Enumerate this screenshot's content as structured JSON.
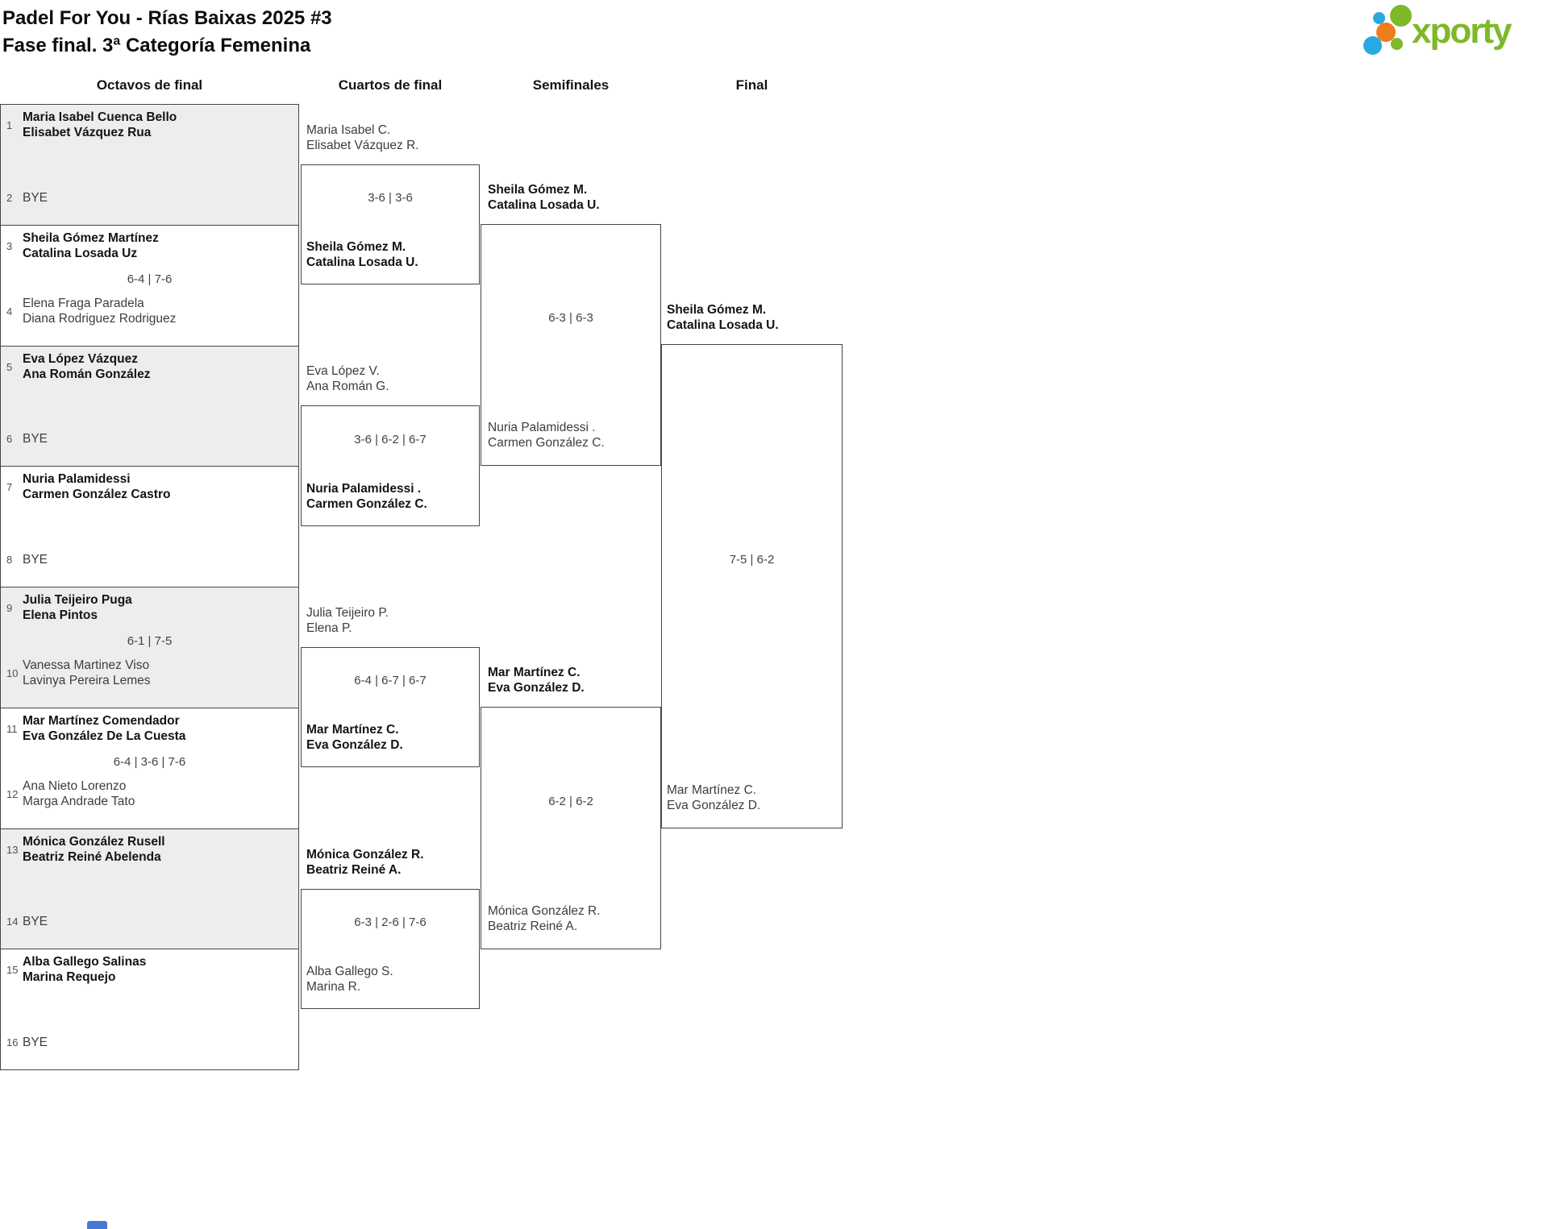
{
  "header": {
    "title_line1": "Padel For You - Rías Baixas 2025 #3",
    "title_line2": "Fase final. 3ª Categoría Femenina"
  },
  "logo": {
    "text": "xporty",
    "green": "#7db928",
    "blue": "#29a9e1",
    "orange": "#ee7d1e"
  },
  "columns": {
    "r16": "Octavos de final",
    "qf": "Cuartos de final",
    "sf": "Semifinales",
    "final": "Final"
  },
  "colors": {
    "bracket_border": "#454545",
    "shaded_match_fill": "#ededed",
    "winner_text": "#141414",
    "normal_text": "#3d3d3d"
  },
  "bracket": {
    "r16": [
      {
        "seed1": "1",
        "team1": {
          "line1": "Maria Isabel Cuenca Bello",
          "line2": "Elisabet Vázquez Rua"
        },
        "seed2": "2",
        "team2": {
          "line1": "BYE"
        },
        "score": "",
        "winner": 1
      },
      {
        "seed1": "3",
        "team1": {
          "line1": "Sheila Gómez Martínez",
          "line2": "Catalina Losada Uz"
        },
        "seed2": "4",
        "team2": {
          "line1": "Elena Fraga Paradela",
          "line2": "Diana Rodriguez Rodriguez"
        },
        "score": "6-4 | 7-6",
        "winner": 1
      },
      {
        "seed1": "5",
        "team1": {
          "line1": "Eva López Vázquez",
          "line2": "Ana Román González"
        },
        "seed2": "6",
        "team2": {
          "line1": "BYE"
        },
        "score": "",
        "winner": 1
      },
      {
        "seed1": "7",
        "team1": {
          "line1": "Nuria Palamidessi",
          "line2": "Carmen González Castro"
        },
        "seed2": "8",
        "team2": {
          "line1": "BYE"
        },
        "score": "",
        "winner": 1
      },
      {
        "seed1": "9",
        "team1": {
          "line1": "Julia Teijeiro Puga",
          "line2": "Elena Pintos"
        },
        "seed2": "10",
        "team2": {
          "line1": "Vanessa Martinez Viso",
          "line2": "Lavinya Pereira Lemes"
        },
        "score": "6-1 | 7-5",
        "winner": 1
      },
      {
        "seed1": "11",
        "team1": {
          "line1": "Mar Martínez Comendador",
          "line2": "Eva González De La Cuesta"
        },
        "seed2": "12",
        "team2": {
          "line1": "Ana Nieto Lorenzo",
          "line2": "Marga Andrade Tato"
        },
        "score": "6-4 | 3-6 | 7-6",
        "winner": 1
      },
      {
        "seed1": "13",
        "team1": {
          "line1": "Mónica González Rusell",
          "line2": "Beatriz Reiné Abelenda"
        },
        "seed2": "14",
        "team2": {
          "line1": "BYE"
        },
        "score": "",
        "winner": 1
      },
      {
        "seed1": "15",
        "team1": {
          "line1": "Alba Gallego Salinas",
          "line2": "Marina Requejo"
        },
        "seed2": "16",
        "team2": {
          "line1": "BYE"
        },
        "score": "",
        "winner": 1
      }
    ],
    "qf": [
      {
        "team1": {
          "line1": "Maria Isabel C.",
          "line2": "Elisabet Vázquez R."
        },
        "team2": {
          "line1": "Sheila Gómez M.",
          "line2": "Catalina Losada U."
        },
        "score": "3-6 | 3-6",
        "winner": 2
      },
      {
        "team1": {
          "line1": "Eva López V.",
          "line2": "Ana Román G."
        },
        "team2": {
          "line1": "Nuria Palamidessi .",
          "line2": "Carmen González C."
        },
        "score": "3-6 | 6-2 | 6-7",
        "winner": 2
      },
      {
        "team1": {
          "line1": "Julia Teijeiro P.",
          "line2": "Elena P."
        },
        "team2": {
          "line1": "Mar Martínez C.",
          "line2": "Eva González D."
        },
        "score": "6-4 | 6-7 | 6-7",
        "winner": 2
      },
      {
        "team1": {
          "line1": "Mónica González R.",
          "line2": "Beatriz Reiné A."
        },
        "team2": {
          "line1": "Alba Gallego S.",
          "line2": "Marina R."
        },
        "score": "6-3 | 2-6 | 7-6",
        "winner": 1
      }
    ],
    "sf": [
      {
        "team1": {
          "line1": "Sheila Gómez M.",
          "line2": "Catalina Losada U."
        },
        "team2": {
          "line1": "Nuria Palamidessi .",
          "line2": "Carmen González C."
        },
        "score": "6-3 | 6-3",
        "winner": 1
      },
      {
        "team1": {
          "line1": "Mar Martínez C.",
          "line2": "Eva González D."
        },
        "team2": {
          "line1": "Mónica González R.",
          "line2": "Beatriz Reiné A."
        },
        "score": "6-2 | 6-2",
        "winner": 1
      }
    ],
    "final": {
      "team1": {
        "line1": "Sheila Gómez M.",
        "line2": "Catalina Losada U."
      },
      "team2": {
        "line1": "Mar Martínez C.",
        "line2": "Eva González D."
      },
      "score": "7-5 | 6-2",
      "winner": 1
    }
  }
}
